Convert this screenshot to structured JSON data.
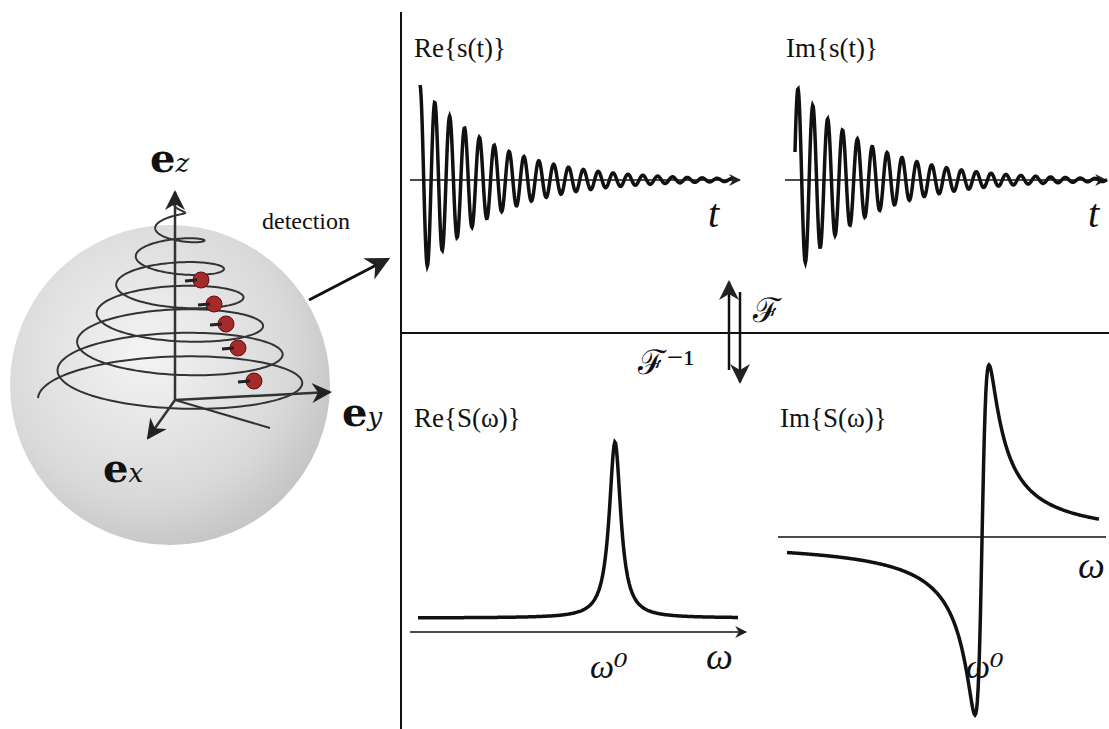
{
  "diagram": {
    "labels": [
      "ez",
      "detection",
      "ey",
      "ex",
      "Re{s(t)}",
      "Im{s(t)}",
      "t",
      "t",
      "ℱ",
      "ℱ⁻¹",
      "Re{S(ω)}",
      "Im{S(ω)}",
      "ω",
      "ω⁰",
      "ω",
      "ω⁰"
    ]
  }
}
